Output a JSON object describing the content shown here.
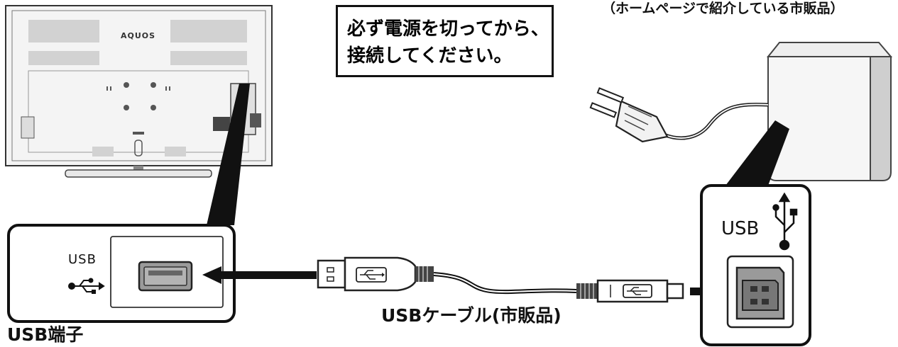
{
  "top_note": "（ホームページで紹介している市販品）",
  "warning_lines": [
    "必ず電源を切ってから、",
    "接続してください。"
  ],
  "usb_port_label": "USB端子",
  "cable_label": "USBケーブル(市販品)",
  "tv_usb_label": "USB",
  "drive_usb_label": "USB",
  "tv_brand": "AQUOS"
}
